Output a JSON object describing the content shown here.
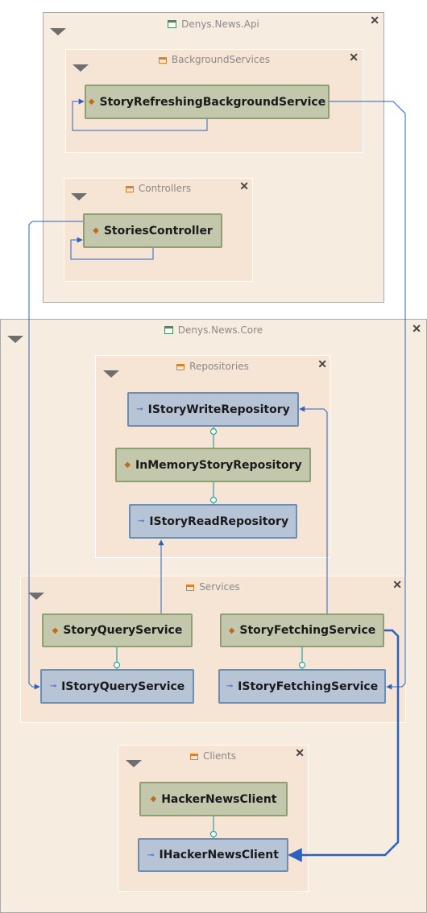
{
  "groups": {
    "api": "Denys.News.Api",
    "background_services": "BackgroundServices",
    "controllers": "Controllers",
    "core": "Denys.News.Core",
    "repositories": "Repositories",
    "services": "Services",
    "clients": "Clients"
  },
  "nodes": {
    "story_refreshing_background_service": "StoryRefreshingBackgroundService",
    "stories_controller": "StoriesController",
    "istory_write_repository": "IStoryWriteRepository",
    "in_memory_story_repository": "InMemoryStoryRepository",
    "istory_read_repository": "IStoryReadRepository",
    "story_query_service": "StoryQueryService",
    "story_fetching_service": "StoryFetchingService",
    "istory_query_service": "IStoryQueryService",
    "istory_fetching_service": "IStoryFetchingService",
    "hacker_news_client": "HackerNewsClient",
    "ihacker_news_client": "IHackerNewsClient"
  },
  "icons": {
    "collapse": "collapse-triangle-icon",
    "close": "close-icon",
    "namespace": "namespace-folder-icon",
    "assembly": "assembly-icon",
    "class": "class-icon",
    "interface": "interface-icon"
  },
  "colors": {
    "class_fill": "#c3c8ac",
    "class_border": "#8fa070",
    "interface_fill": "#b6c4d6",
    "interface_border": "#6c8eb2",
    "dependency_link": "#2a62c4",
    "implements_link": "#2aa29a",
    "outer_group": "#f7ece0",
    "inner_group": "#f6e4d4"
  }
}
